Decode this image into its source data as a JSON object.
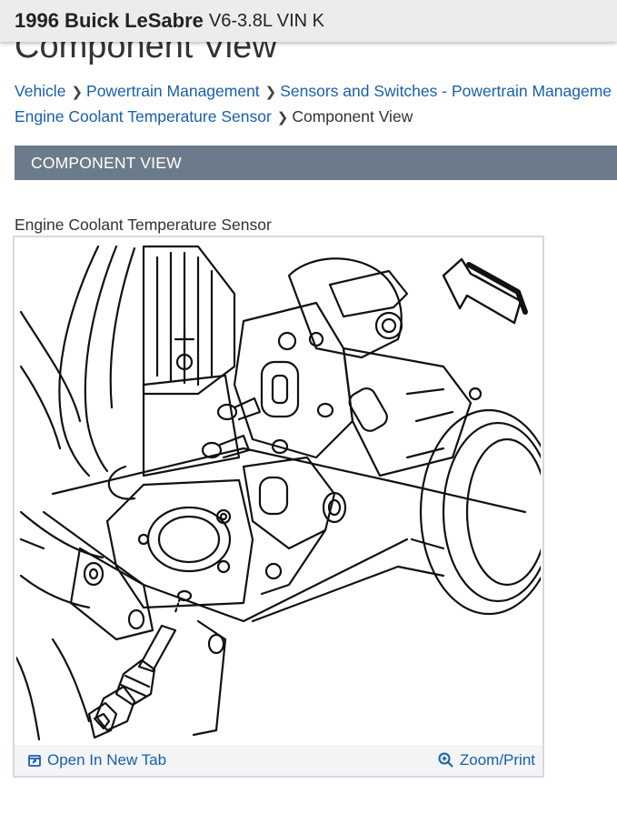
{
  "header": {
    "vehicle": "1996 Buick LeSabre",
    "engine": "V6-3.8L VIN K"
  },
  "page_title": "Component View",
  "breadcrumb": {
    "items": [
      "Vehicle",
      "Powertrain Management",
      "Sensors and Switches - Powertrain Manageme",
      "Engine Coolant Temperature Sensor"
    ],
    "current": "Component View"
  },
  "section": {
    "title": "COMPONENT VIEW"
  },
  "figure": {
    "caption": "Engine Coolant Temperature Sensor",
    "open_tab_label": "Open In New Tab",
    "zoom_label": "Zoom/Print",
    "open_tab_icon": "open-new-tab-icon",
    "zoom_icon": "zoom-icon"
  },
  "colors": {
    "link": "#1a5fa8",
    "section_bar": "#6c7b8b",
    "topbar": "#ececec"
  }
}
